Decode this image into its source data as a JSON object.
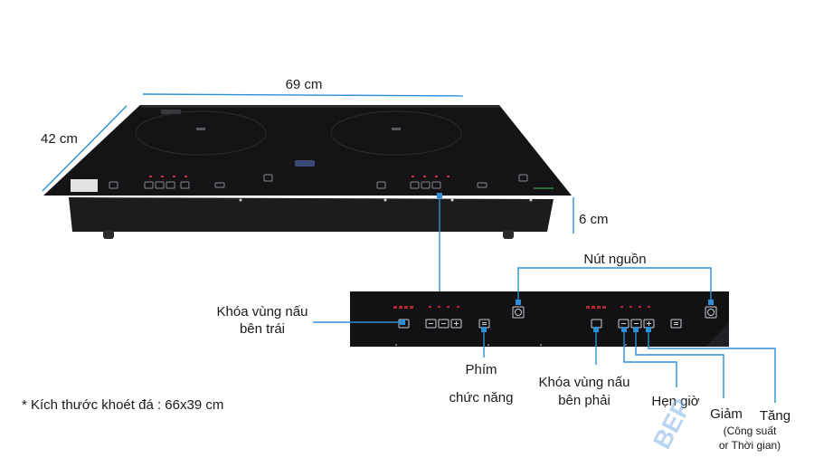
{
  "dimensions": {
    "width": "69 cm",
    "depth": "42 cm",
    "height": "6 cm"
  },
  "labels": {
    "power_button": "Nút nguồn",
    "left_lock_line1": "Khóa vùng nấu",
    "left_lock_line2": "bên trái",
    "function_key_line1": "Phím",
    "function_key_line2": "chức năng",
    "right_lock_line1": "Khóa vùng nấu",
    "right_lock_line2": "bên phải",
    "timer": "Hẹn giờ",
    "decrease": "Giảm",
    "decrease_note_line1": "(Công suất",
    "decrease_note_line2": "or Thời gian)",
    "increase": "Tăng"
  },
  "note": "* Kích thước khoét đá : 66x39 cm",
  "watermark": "BEP",
  "colors": {
    "callout_line": "#2d8fd5",
    "glass": "#141416",
    "body": "#1c1c1e",
    "watermark": "#7fb3e6"
  }
}
